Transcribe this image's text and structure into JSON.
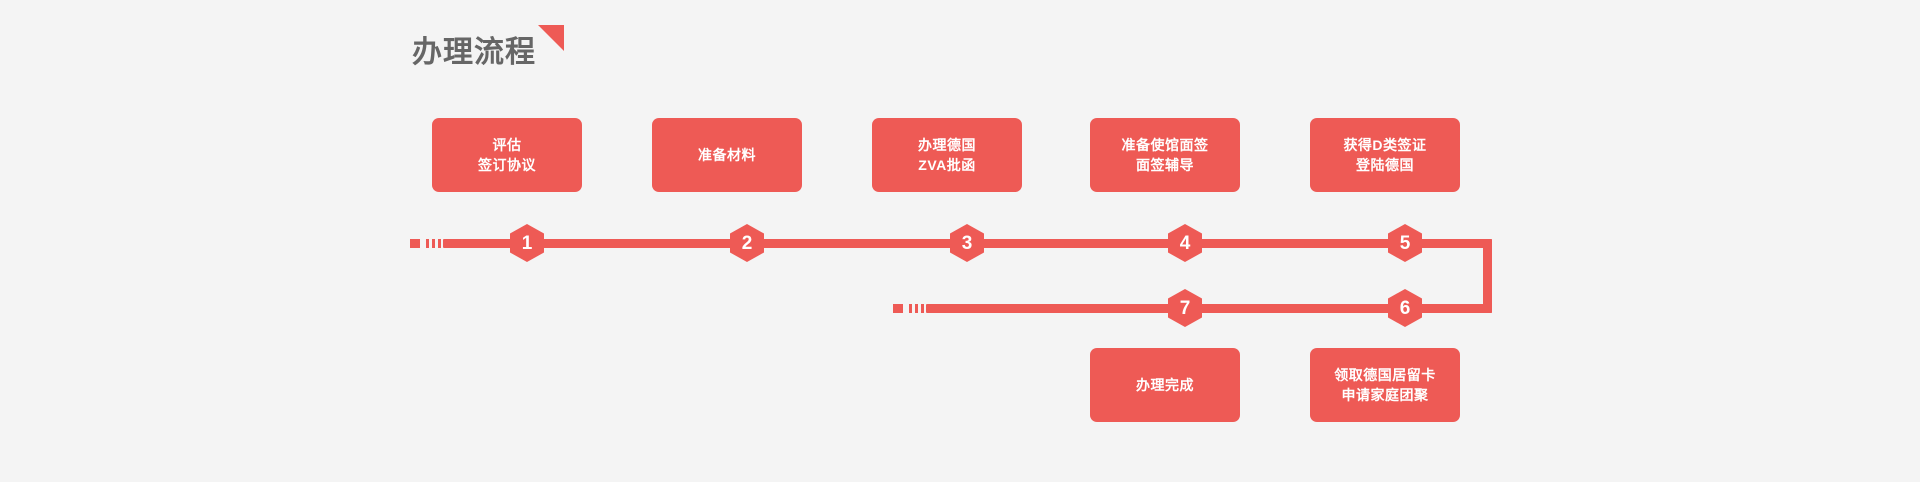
{
  "page": {
    "background_color": "#f4f4f4",
    "accent_color": "#ee5a55",
    "title_color": "#666666"
  },
  "header": {
    "title": "办理流程",
    "decoration_icon": "triangle-corner-icon"
  },
  "flow": {
    "row1": {
      "boxes": [
        {
          "id": "step-1",
          "text": "评估\n签订协议",
          "marker": "1"
        },
        {
          "id": "step-2",
          "text": "准备材料",
          "marker": "2"
        },
        {
          "id": "step-3",
          "text": "办理德国\nZVA批函",
          "marker": "3"
        },
        {
          "id": "step-4",
          "text": "准备使馆面签\n面签辅导",
          "marker": "4"
        },
        {
          "id": "step-5",
          "text": "获得D类签证\n登陆德国",
          "marker": "5"
        }
      ]
    },
    "row2": {
      "boxes": [
        {
          "id": "step-7",
          "text": "办理完成",
          "marker": "7"
        },
        {
          "id": "step-6",
          "text": "领取德国居留卡\n申请家庭团聚",
          "marker": "6"
        }
      ]
    },
    "markers": {
      "m1": "1",
      "m2": "2",
      "m3": "3",
      "m4": "4",
      "m5": "5",
      "m6": "6",
      "m7": "7"
    }
  }
}
